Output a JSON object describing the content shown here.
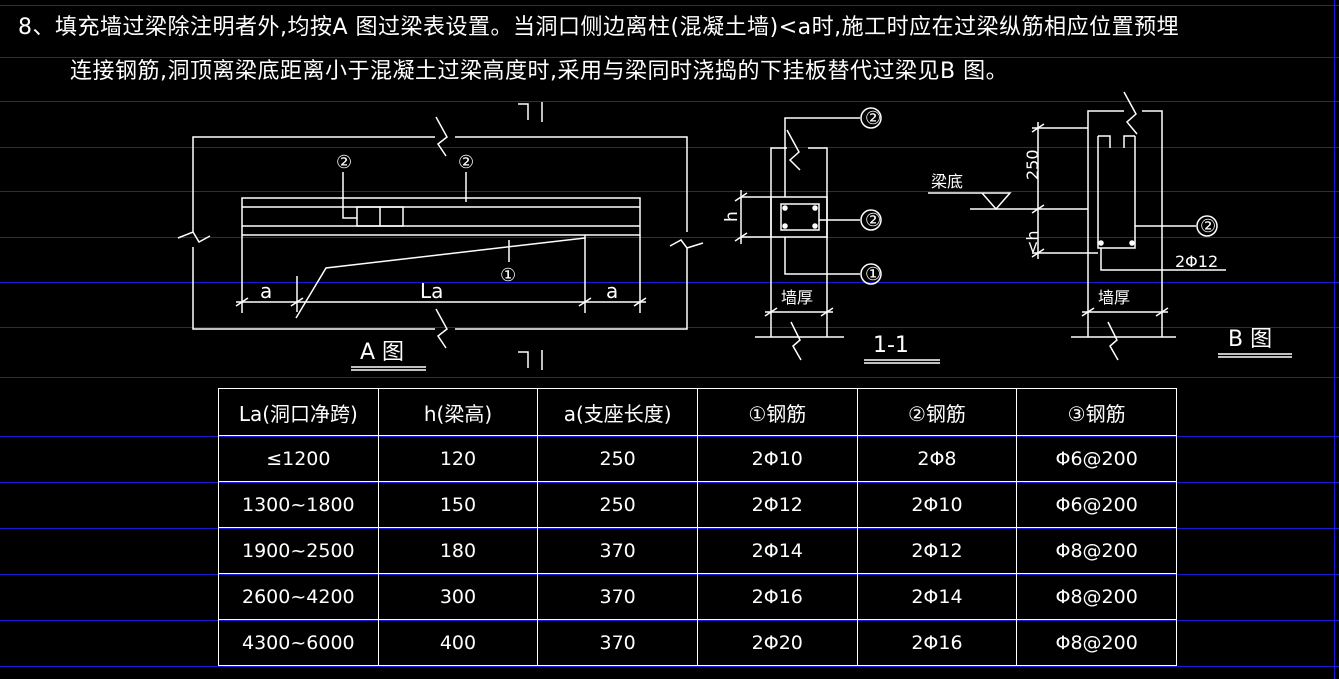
{
  "note": {
    "line1": "8、填充墙过梁除注明者外,均按A 图过梁表设置。当洞口侧边离柱(混凝土墙)<a时,施工时应在过梁纵筋相应位置预埋",
    "line2": "连接钢筋,洞顶离梁底距离小于混凝土过梁高度时,采用与梁同时浇捣的下挂板替代过梁见B 图。"
  },
  "figure_a": {
    "title": "A 图",
    "rebar2_left": "②",
    "rebar2_right": "②",
    "rebar1": "①",
    "dim_a_left": "a",
    "dim_la": "La",
    "dim_a_right": "a"
  },
  "section_1_1": {
    "title": "1-1",
    "rebar2_top": "②",
    "rebar2_mid": "②",
    "rebar1": "①",
    "dim_h": "h",
    "wall_label": "墙厚"
  },
  "figure_b": {
    "title": "B 图",
    "beam_bottom_label": "梁底",
    "dim_250": "250",
    "dim_lt_h": "<h",
    "rebar2": "②",
    "rebar_spec": "2Φ12",
    "wall_label": "墙厚"
  },
  "colors": {
    "background": "#000000",
    "grid": "#1a1ad8",
    "lines": "#ffffff"
  },
  "table": {
    "headers": [
      "La(洞口净跨)",
      "h(梁高)",
      "a(支座长度)",
      "①钢筋",
      "②钢筋",
      "③钢筋"
    ],
    "rows": [
      [
        "≤1200",
        "120",
        "250",
        "2Φ10",
        "2Φ8",
        "Φ6@200"
      ],
      [
        "1300~1800",
        "150",
        "250",
        "2Φ12",
        "2Φ10",
        "Φ6@200"
      ],
      [
        "1900~2500",
        "180",
        "370",
        "2Φ14",
        "2Φ12",
        "Φ8@200"
      ],
      [
        "2600~4200",
        "300",
        "370",
        "2Φ16",
        "2Φ14",
        "Φ8@200"
      ],
      [
        "4300~6000",
        "400",
        "370",
        "2Φ20",
        "2Φ16",
        "Φ8@200"
      ]
    ]
  }
}
